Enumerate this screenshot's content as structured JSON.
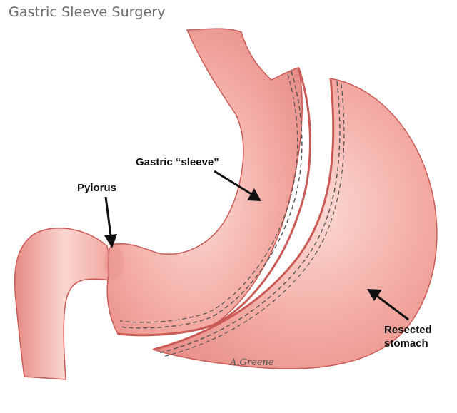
{
  "header": {
    "title": "Gastric Sleeve Surgery"
  },
  "labels": {
    "sleeve": "Gastric “sleeve”",
    "pylorus": "Pylorus",
    "resected_line1": "Resected",
    "resected_line2": "stomach"
  },
  "signature": "A.Greene",
  "colors": {
    "tissue": "#f2a6a0",
    "tissue_light": "#fbd6d1",
    "tissue_dark": "#d9726c",
    "outline": "#c95a55",
    "staple": "#555555",
    "label": "#111111",
    "title": "#6b6b6b"
  }
}
